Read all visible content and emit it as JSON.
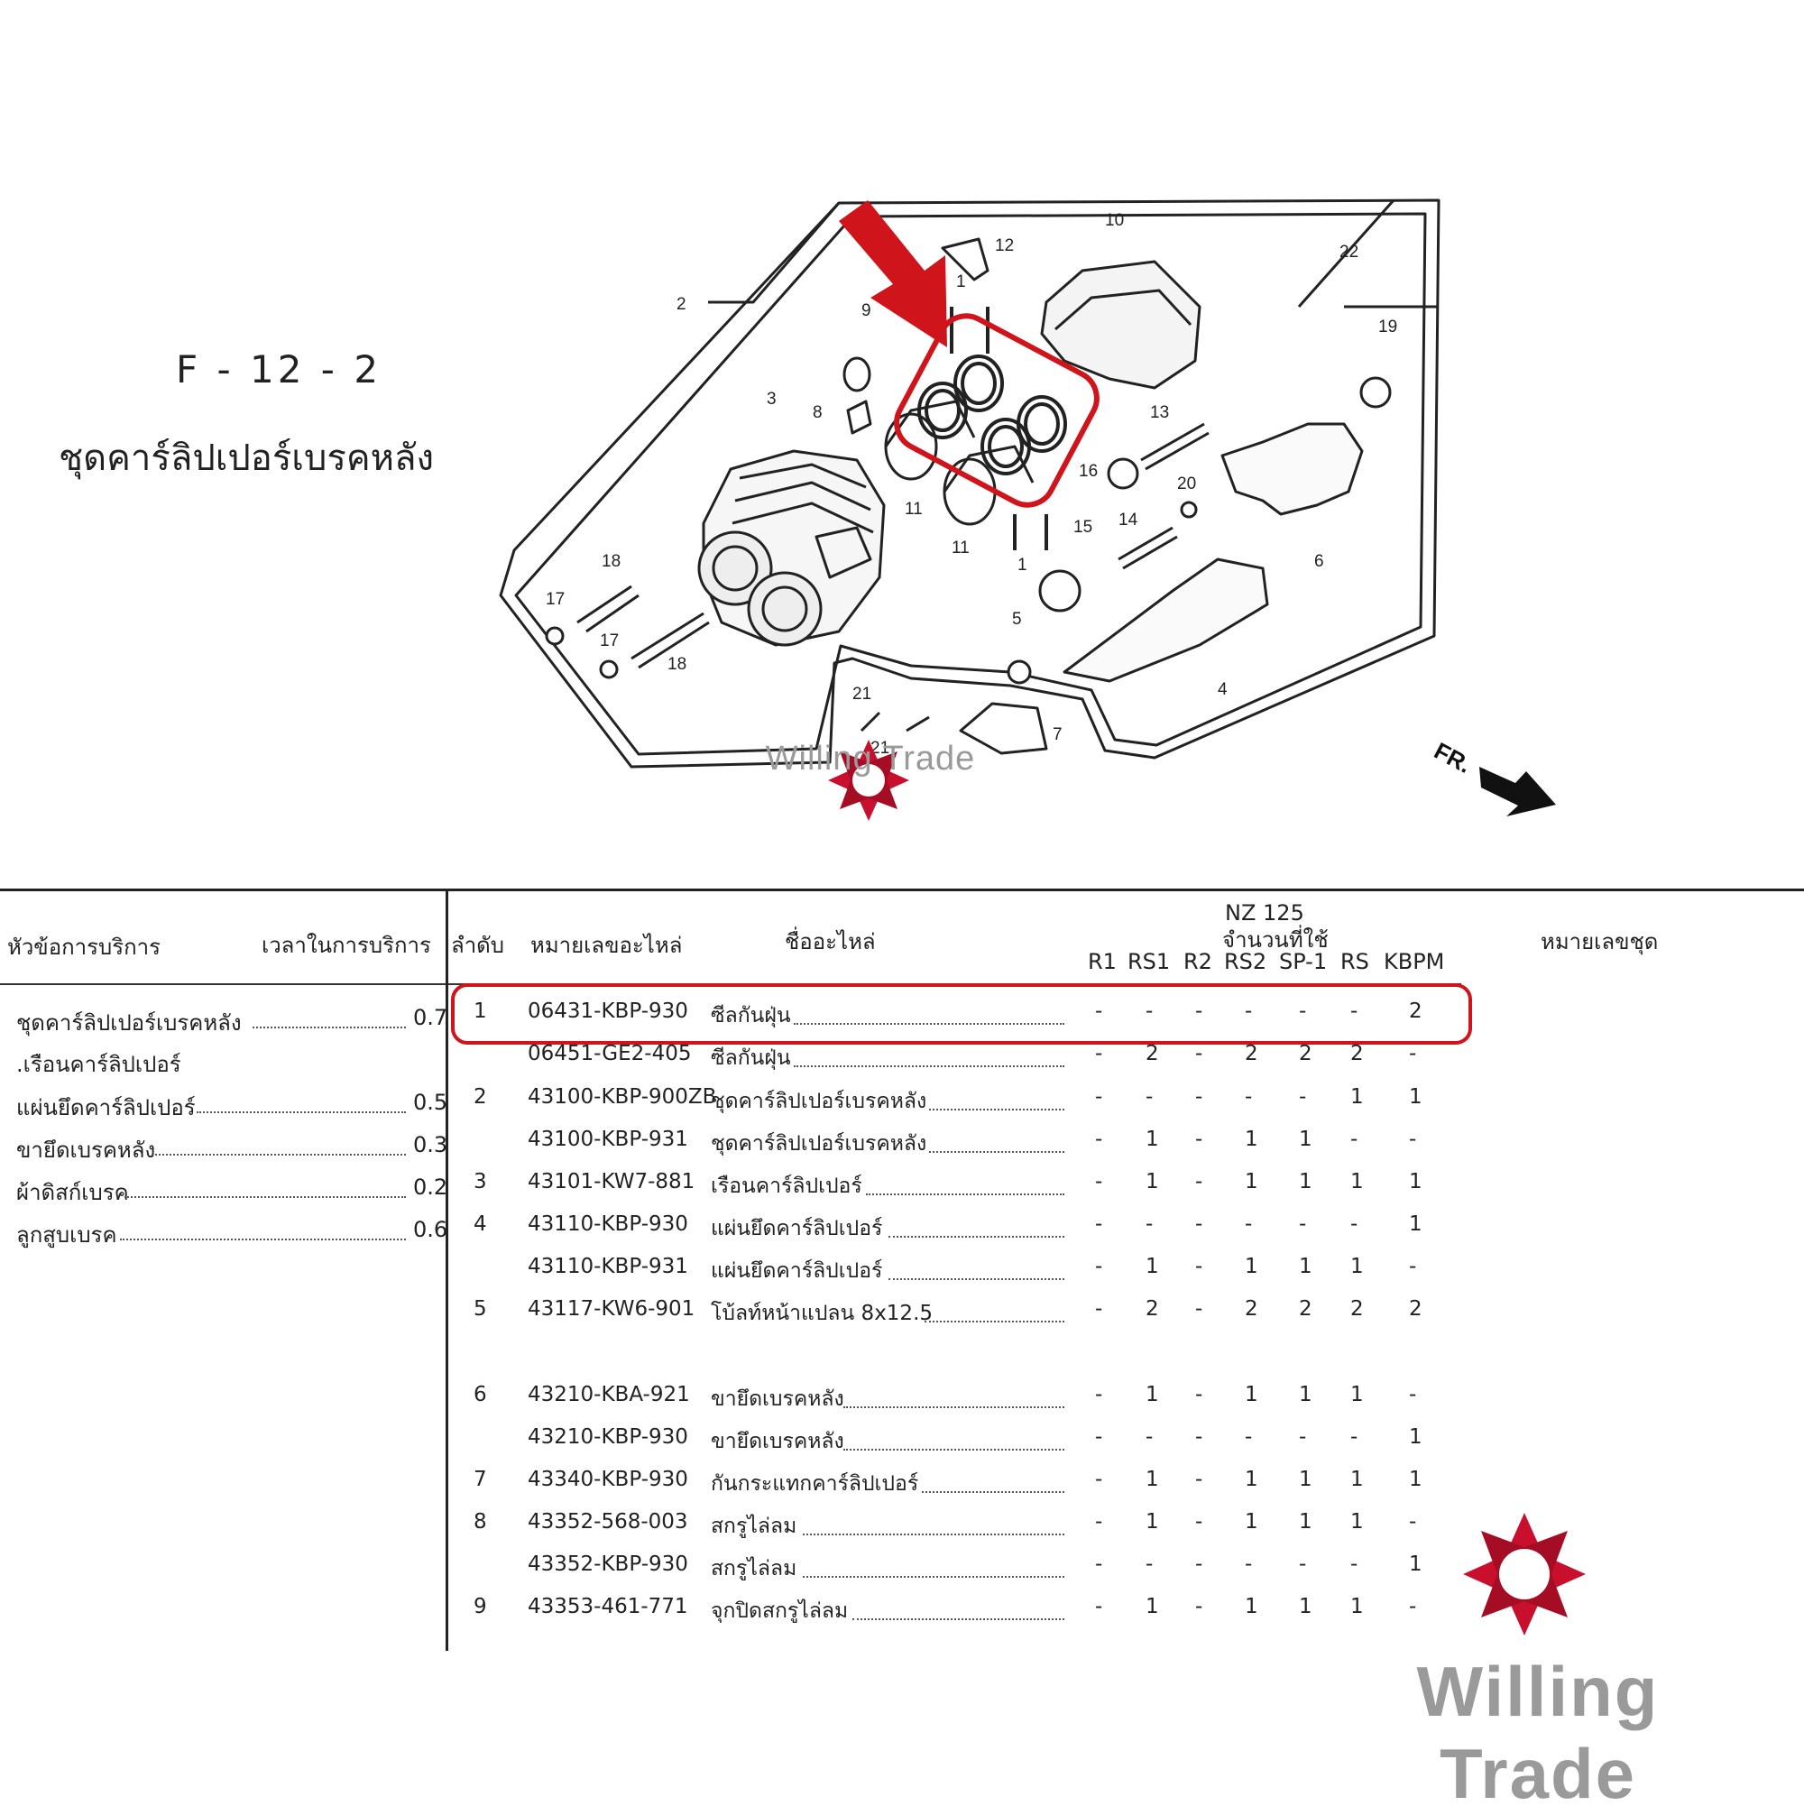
{
  "figure": {
    "code": "F - 12 - 2",
    "title": "ชุดคาร์ลิปเปอร์เบรคหลัง",
    "callouts": [
      "1",
      "1",
      "2",
      "3",
      "4",
      "5",
      "6",
      "7",
      "8",
      "9",
      "10",
      "11",
      "11",
      "12",
      "13",
      "14",
      "15",
      "16",
      "17",
      "17",
      "18",
      "18",
      "19",
      "20",
      "21",
      "21",
      "22"
    ],
    "front_label": "FR."
  },
  "watermark": {
    "text": "Willing Trade"
  },
  "colors": {
    "highlight": "#d0141c",
    "logo": "#c8102e",
    "watermark_text": "#9a9a9a",
    "ink": "#222222"
  },
  "table": {
    "headers": {
      "service": "หัวข้อการบริการ",
      "time": "เวลาในการบริการ",
      "ref": "ลำดับ",
      "part_no": "หมายเลขอะไหล่",
      "name": "ชื่ออะไหล่",
      "model": "NZ 125",
      "qty": "จำนวนที่ใช้",
      "set_no": "หมายเลขชุด",
      "variants": [
        "R1",
        "RS1",
        "R2",
        "RS2",
        "SP-1",
        "RS",
        "KBPM"
      ]
    },
    "services": [
      {
        "label": "ชุดคาร์ลิปเปอร์เบรคหลัง",
        "time": "0.7"
      },
      {
        "label": ".เรือนคาร์ลิปเปอร์",
        "time": ""
      },
      {
        "label": "แผ่นยึดคาร์ลิปเปอร์",
        "time": "0.5"
      },
      {
        "label": "ขายึดเบรคหลัง",
        "time": "0.3"
      },
      {
        "label": "ผ้าดิสก์เบรค",
        "time": "0.2"
      },
      {
        "label": "ลูกสูบเบรค",
        "time": "0.6"
      }
    ],
    "rows": [
      {
        "ref": "1",
        "part": "06431-KBP-930",
        "name": "ซีลกันฝุ่น",
        "q": [
          "-",
          "-",
          "-",
          "-",
          "-",
          "-",
          "2"
        ]
      },
      {
        "ref": "",
        "part": "06451-GE2-405",
        "name": "ซีลกันฝุ่น",
        "q": [
          "-",
          "2",
          "-",
          "2",
          "2",
          "2",
          "-"
        ]
      },
      {
        "ref": "2",
        "part": "43100-KBP-900ZB",
        "name": "ชุดคาร์ลิปเปอร์เบรคหลัง",
        "q": [
          "-",
          "-",
          "-",
          "-",
          "-",
          "1",
          "1"
        ]
      },
      {
        "ref": "",
        "part": "43100-KBP-931",
        "name": "ชุดคาร์ลิปเปอร์เบรคหลัง",
        "q": [
          "-",
          "1",
          "-",
          "1",
          "1",
          "-",
          "-"
        ]
      },
      {
        "ref": "3",
        "part": "43101-KW7-881",
        "name": "เรือนคาร์ลิปเปอร์",
        "q": [
          "-",
          "1",
          "-",
          "1",
          "1",
          "1",
          "1"
        ]
      },
      {
        "ref": "4",
        "part": "43110-KBP-930",
        "name": "แผ่นยึดคาร์ลิปเปอร์",
        "q": [
          "-",
          "-",
          "-",
          "-",
          "-",
          "-",
          "1"
        ]
      },
      {
        "ref": "",
        "part": "43110-KBP-931",
        "name": "แผ่นยึดคาร์ลิปเปอร์",
        "q": [
          "-",
          "1",
          "-",
          "1",
          "1",
          "1",
          "-"
        ]
      },
      {
        "ref": "5",
        "part": "43117-KW6-901",
        "name": "โบ้ลท์หน้าแปลน 8x12.5",
        "q": [
          "-",
          "2",
          "-",
          "2",
          "2",
          "2",
          "2"
        ]
      },
      {
        "ref": "6",
        "part": "43210-KBA-921",
        "name": "ขายึดเบรคหลัง",
        "q": [
          "-",
          "1",
          "-",
          "1",
          "1",
          "1",
          "-"
        ]
      },
      {
        "ref": "",
        "part": "43210-KBP-930",
        "name": "ขายึดเบรคหลัง",
        "q": [
          "-",
          "-",
          "-",
          "-",
          "-",
          "-",
          "1"
        ]
      },
      {
        "ref": "7",
        "part": "43340-KBP-930",
        "name": "กันกระแทกคาร์ลิปเปอร์",
        "q": [
          "-",
          "1",
          "-",
          "1",
          "1",
          "1",
          "1"
        ]
      },
      {
        "ref": "8",
        "part": "43352-568-003",
        "name": "สกรูไล่ลม",
        "q": [
          "-",
          "1",
          "-",
          "1",
          "1",
          "1",
          "-"
        ]
      },
      {
        "ref": "",
        "part": "43352-KBP-930",
        "name": "สกรูไล่ลม",
        "q": [
          "-",
          "-",
          "-",
          "-",
          "-",
          "-",
          "1"
        ]
      },
      {
        "ref": "9",
        "part": "43353-461-771",
        "name": "จุกปิดสกรูไล่ลม",
        "q": [
          "-",
          "1",
          "-",
          "1",
          "1",
          "1",
          "-"
        ]
      }
    ]
  }
}
